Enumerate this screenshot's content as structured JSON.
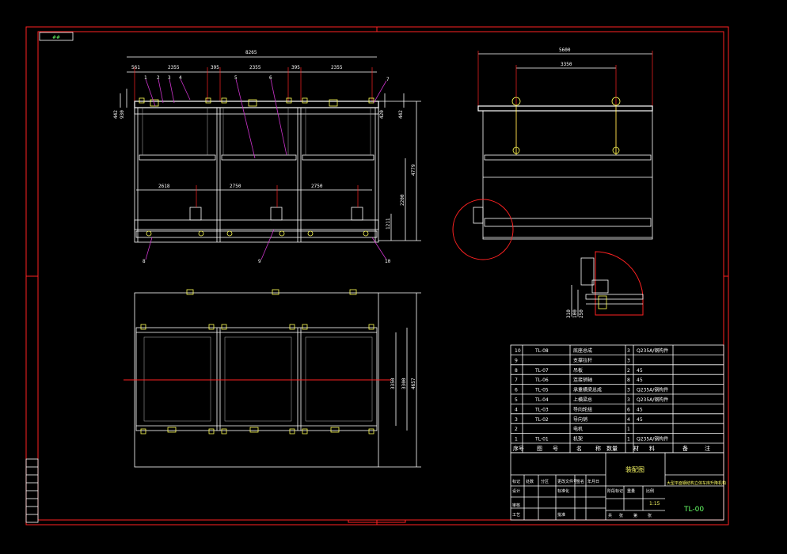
{
  "corner_tag": "##",
  "front_view": {
    "overall_width": "8265",
    "segments": [
      "561",
      "2355",
      "395",
      "2355",
      "395",
      "2355"
    ],
    "left_heights": [
      "442",
      "930"
    ],
    "right_heights": [
      "420",
      "442",
      "4779",
      "2200",
      "1211"
    ],
    "spacings": [
      "2618",
      "2750",
      "2750"
    ],
    "balloons": [
      "1",
      "2",
      "3",
      "4",
      "5",
      "6",
      "7",
      "8",
      "9",
      "10"
    ]
  },
  "side_view": {
    "overall": "5600",
    "inner": "3350",
    "detail_heights": [
      "310",
      "100",
      "250"
    ]
  },
  "plan_view": {
    "dims": [
      "3350",
      "3300",
      "4657"
    ]
  },
  "bom": {
    "rows": [
      {
        "no": "10",
        "code": "TL-08",
        "name": "底座总成",
        "qty": "3",
        "material": "Q235A/钢构件"
      },
      {
        "no": "9",
        "code": "",
        "name": "支撑拉杆",
        "qty": "3",
        "material": ""
      },
      {
        "no": "8",
        "code": "TL-07",
        "name": "吊板",
        "qty": "2",
        "material": "45"
      },
      {
        "no": "7",
        "code": "TL-06",
        "name": "连接销轴",
        "qty": "8",
        "material": "45"
      },
      {
        "no": "6",
        "code": "TL-05",
        "name": "承重横梁总成",
        "qty": "3",
        "material": "Q235A/钢构件"
      },
      {
        "no": "5",
        "code": "TL-04",
        "name": "上横梁总",
        "qty": "3",
        "material": "Q235A/钢构件"
      },
      {
        "no": "4",
        "code": "TL-03",
        "name": "导向轮组",
        "qty": "6",
        "material": "45"
      },
      {
        "no": "3",
        "code": "TL-02",
        "name": "导向销",
        "qty": "4",
        "material": "45"
      },
      {
        "no": "2",
        "code": "",
        "name": "电机",
        "qty": "1",
        "material": ""
      },
      {
        "no": "1",
        "code": "TL-01",
        "name": "机架",
        "qty": "1",
        "material": "Q235A/钢构件"
      }
    ],
    "header": [
      "序号",
      "图",
      "号",
      "名",
      "称",
      "数量",
      "材",
      "料",
      "备",
      "注"
    ]
  },
  "title_block": {
    "drawing_name": "装配图",
    "company": "大型平面钢结构立体车库升降机构",
    "drawing_no": "TL-00",
    "scale": "1:15",
    "labels": [
      "标记",
      "处数",
      "分区",
      "更改文件号",
      "签名",
      "年月日",
      "设计",
      "标准化",
      "审核",
      "工艺",
      "批准",
      "阶段标记",
      "重量",
      "比例",
      "共",
      "张",
      "第",
      "张"
    ]
  },
  "left_strip": [
    "",
    "",
    "",
    "",
    "",
    "",
    "",
    ""
  ]
}
